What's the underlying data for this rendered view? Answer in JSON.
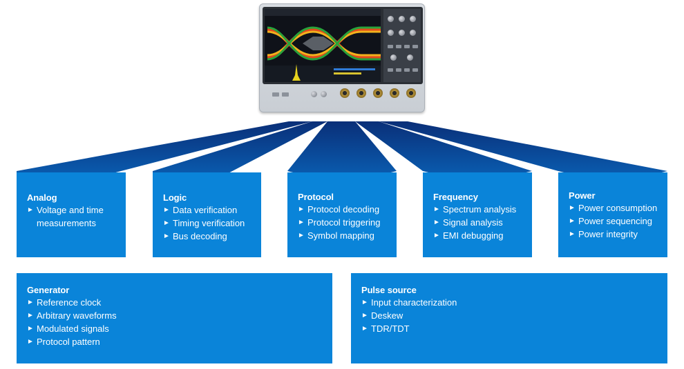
{
  "top_boxes": [
    {
      "title": "Analog",
      "items": [
        "Voltage and time measurements"
      ]
    },
    {
      "title": "Logic",
      "items": [
        "Data verification",
        "Timing verification",
        "Bus decoding"
      ]
    },
    {
      "title": "Protocol",
      "items": [
        "Protocol decoding",
        "Protocol triggering",
        "Symbol mapping"
      ]
    },
    {
      "title": "Frequency",
      "items": [
        "Spectrum analysis",
        "Signal analysis",
        "EMI debugging"
      ]
    },
    {
      "title": "Power",
      "items": [
        "Power consumption",
        "Power sequencing",
        "Power integrity"
      ]
    }
  ],
  "bottom_boxes": [
    {
      "title": "Generator",
      "items": [
        "Reference clock",
        "Arbitrary waveforms",
        "Modulated signals",
        "Protocol pattern"
      ]
    },
    {
      "title": "Pulse source",
      "items": [
        "Input characterization",
        "Deskew",
        "TDR/TDT"
      ]
    }
  ],
  "bullet_glyph": "►",
  "colors": {
    "box": "#0a84d9",
    "fan_dark": "#0b3f8f",
    "fan_light": "#0a5cb0"
  },
  "device_icon": "oscilloscope-icon"
}
